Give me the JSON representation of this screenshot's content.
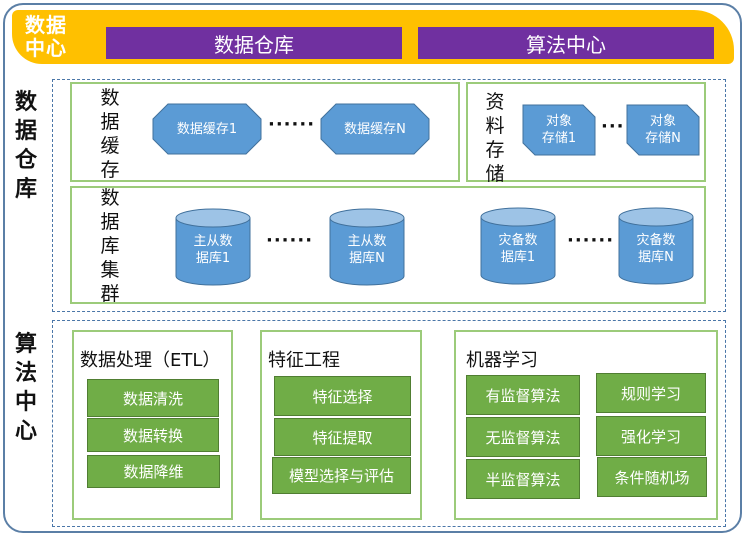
{
  "header": {
    "title_line1": "数据",
    "title_line2": "中心",
    "tab_warehouse": "数据仓库",
    "tab_algorithm": "算法中心"
  },
  "warehouse": {
    "side_label": [
      "数",
      "据",
      "仓",
      "库"
    ],
    "cache": {
      "label": [
        "数",
        "据",
        "缓",
        "存"
      ],
      "node1": "数据缓存1",
      "nodeN": "数据缓存N",
      "dots": "······"
    },
    "storage": {
      "label": [
        "资",
        "料",
        "存",
        "储"
      ],
      "node1_line1": "对象",
      "node1_line2": "存储1",
      "nodeN_line1": "对象",
      "nodeN_line2": "存储N",
      "dots": "···"
    },
    "cluster": {
      "label": [
        "数",
        "据",
        "库",
        "集",
        "群"
      ],
      "master1_line1": "主从数",
      "master1_line2": "据库1",
      "masterN_line1": "主从数",
      "masterN_line2": "据库N",
      "backup1_line1": "灾备数",
      "backup1_line2": "据库1",
      "backupN_line1": "灾备数",
      "backupN_line2": "据库N",
      "dots": "······"
    }
  },
  "algorithm": {
    "side_label": [
      "算",
      "法",
      "中",
      "心"
    ],
    "etl": {
      "title": "数据处理（ETL）",
      "items": [
        "数据清洗",
        "数据转换",
        "数据降维"
      ]
    },
    "feature": {
      "title": "特征工程",
      "items": [
        "特征选择",
        "特征提取",
        "模型选择与评估"
      ]
    },
    "ml": {
      "title": "机器学习",
      "left_items": [
        "有监督算法",
        "无监督算法",
        "半监督算法"
      ],
      "right_items": [
        "规则学习",
        "强化学习",
        "条件随机场"
      ]
    }
  },
  "colors": {
    "banner": "#ffc000",
    "tab": "#7030a0",
    "node_blue": "#5b9bd5",
    "btn_green": "#70ad47",
    "box_border": "#9ccb7a",
    "frame": "#5b7fa6"
  }
}
